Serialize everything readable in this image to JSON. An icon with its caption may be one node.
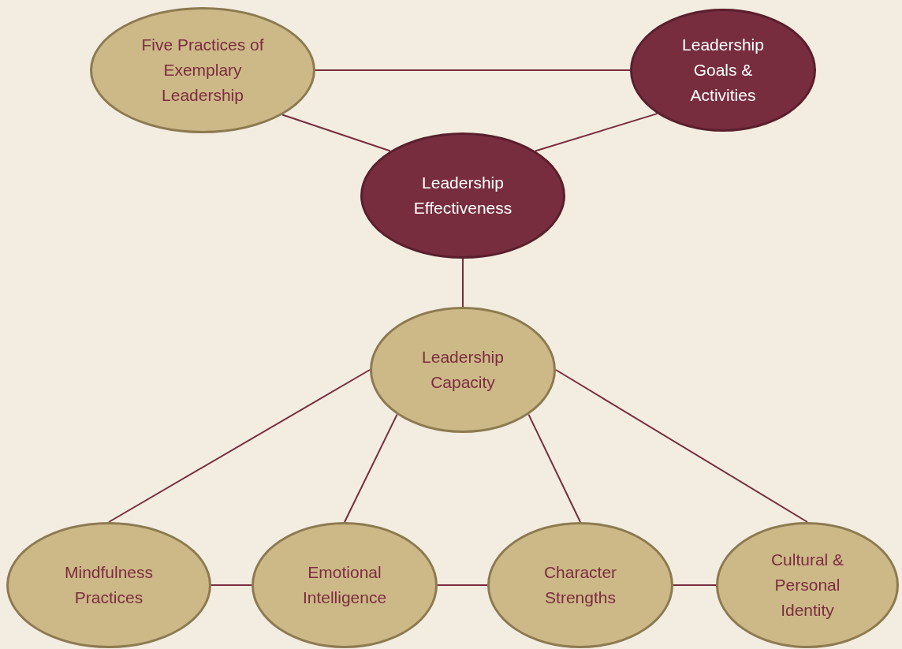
{
  "diagram": {
    "nodes": [
      {
        "text": [
          "Five Practices of Exemplary Leadership"
        ]
      },
      {
        "text": [
          "Leadership Goals & Activities"
        ]
      },
      {
        "text": [
          "Leadership Effectiveness"
        ]
      },
      {
        "text": [
          "Leadership Capacity"
        ]
      },
      {
        "text": [
          "Mindfulness Practices"
        ]
      },
      {
        "text": [
          "Emotional Intelligence"
        ]
      },
      {
        "text": [
          "Character Strengths"
        ]
      },
      {
        "text": [
          "Cultural & Personal Identity"
        ]
      }
    ],
    "edges": [
      {
        "from": 0,
        "to": 1,
        "arrow": "none"
      },
      {
        "from": 0,
        "to": 2,
        "arrow": "none"
      },
      {
        "from": 1,
        "to": 2,
        "arrow": "none"
      },
      {
        "from": 2,
        "to": 3,
        "arrow": "none"
      },
      {
        "from": 3,
        "to": 4,
        "arrow": "none"
      },
      {
        "from": 3,
        "to": 5,
        "arrow": "none"
      },
      {
        "from": 3,
        "to": 6,
        "arrow": "none"
      },
      {
        "from": 3,
        "to": 7,
        "arrow": "none"
      },
      {
        "from": 4,
        "to": 5,
        "arrow": "none"
      },
      {
        "from": 5,
        "to": 6,
        "arrow": "none"
      },
      {
        "from": 6,
        "to": 7,
        "arrow": "none"
      }
    ]
  }
}
